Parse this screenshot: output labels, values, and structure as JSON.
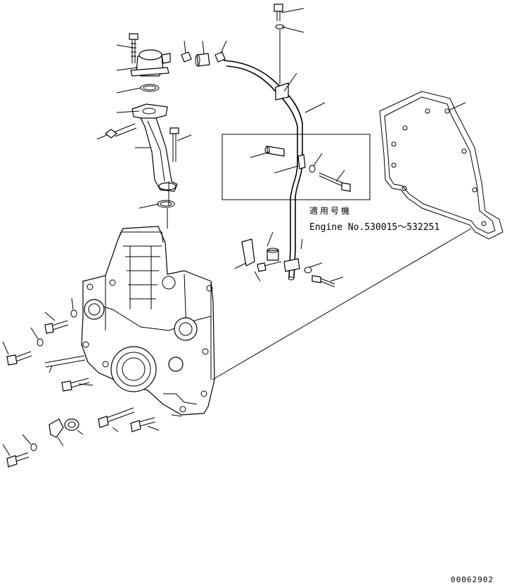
{
  "applicability": {
    "title": "適用号機",
    "engine_serial_range": "Engine No.530015～532251"
  },
  "drawing_number": "00062902",
  "colors": {
    "line": "#000000",
    "background": "#ffffff"
  }
}
